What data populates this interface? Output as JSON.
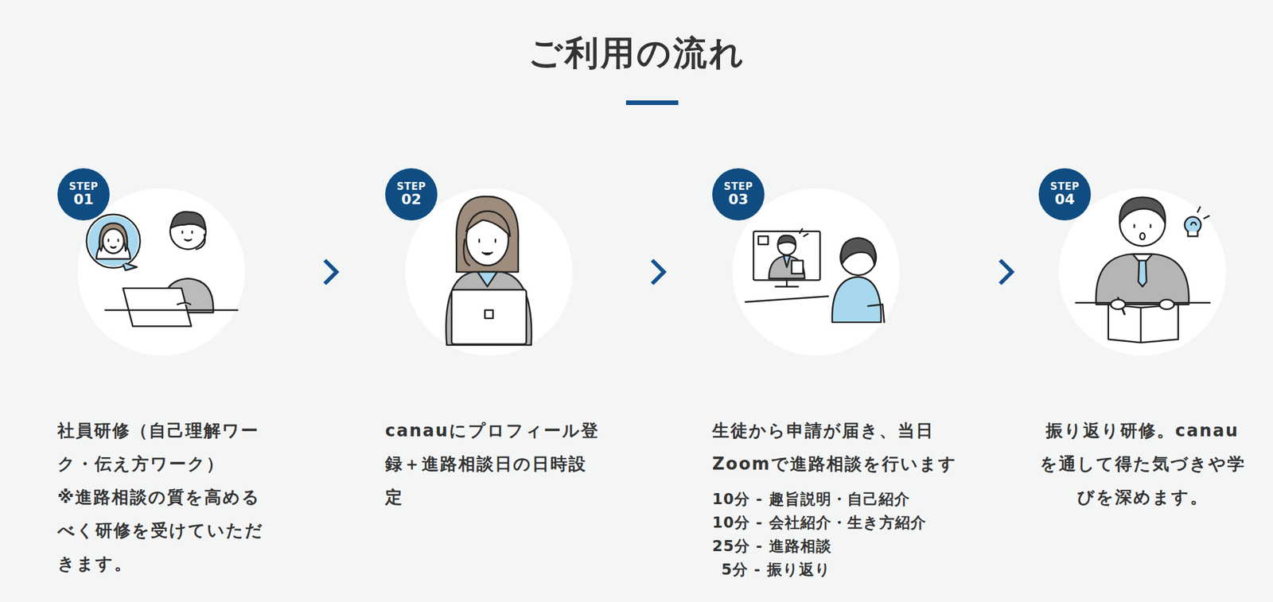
{
  "diagram": {
    "title": "ご利用の流れ",
    "nodes": [
      {
        "text": [
          "社員研修（自己理解ワーク・伝え方ワーク）",
          "※進路相談の質を高めるべく研修を受けていただきます。"
        ]
      },
      {
        "text": [
          "STEP",
          "01"
        ],
        "in": 0
      },
      {
        "text": [
          "canauにプロフィール登録＋進路相談日の日時設定"
        ]
      },
      {
        "text": [
          "STEP",
          "02"
        ],
        "in": 2
      },
      {
        "text": [
          "生徒から申請が届き、当日Zoomで進路相談を行います",
          "10分 - 趣旨説明・自己紹介",
          "10分 - 会社紹介・生き方紹介",
          "25分 - 進路相談",
          "5分 - 振り返り"
        ]
      },
      {
        "text": [
          "STEP",
          "03"
        ],
        "in": 4
      },
      {
        "text": [
          "振り返り研修。canauを通して得た気づきや学びを深めます。"
        ]
      },
      {
        "text": [
          "STEP",
          "04"
        ],
        "in": 6
      }
    ],
    "edges": [
      {
        "from": 0,
        "to": 2,
        "arrow": "to"
      },
      {
        "from": 2,
        "to": 4,
        "arrow": "to"
      },
      {
        "from": 4,
        "to": 6,
        "arrow": "to"
      }
    ]
  }
}
